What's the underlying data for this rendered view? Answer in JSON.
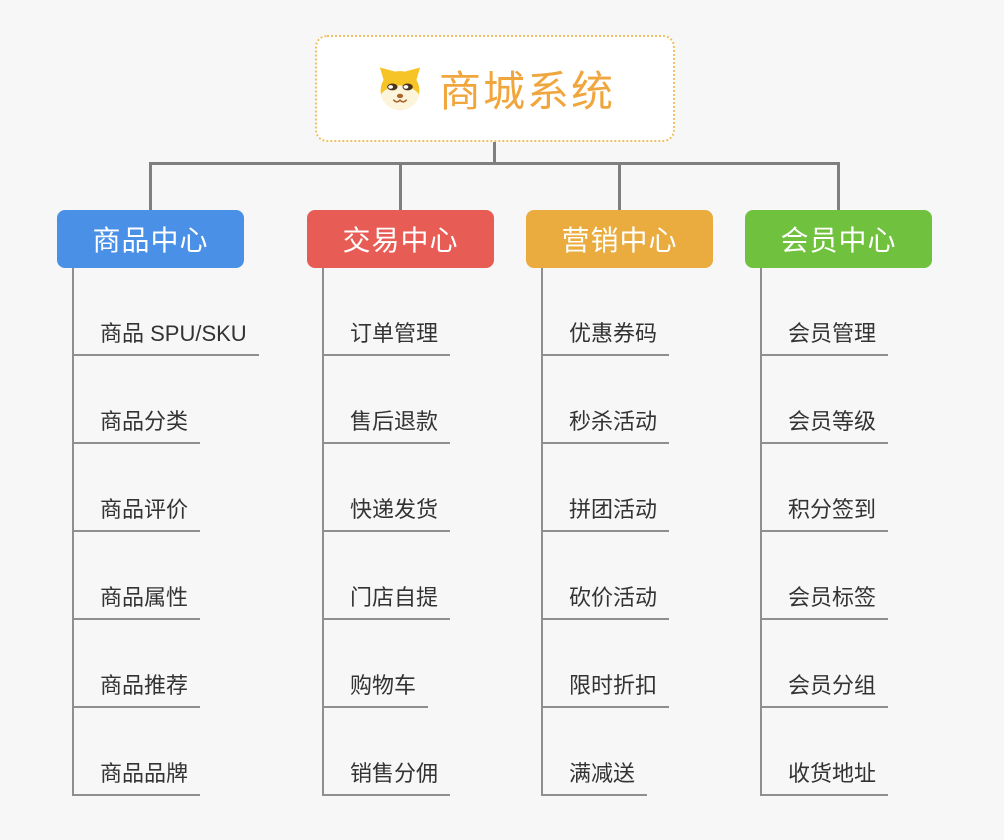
{
  "canvas": {
    "background": "#f7f7f7",
    "connector_color": "#7f7f7f",
    "leaf_line_color": "#8f8f8f",
    "leaf_text_color": "#333333"
  },
  "root": {
    "title": "商城系统",
    "icon": "doge-face-icon",
    "text_color": "#f0a63c",
    "border_color": "#f2be62",
    "background": "#ffffff"
  },
  "branches": [
    {
      "label": "商品中心",
      "color": "#4a90e6",
      "children": [
        "商品 SPU/SKU",
        "商品分类",
        "商品评价",
        "商品属性",
        "商品推荐",
        "商品品牌"
      ]
    },
    {
      "label": "交易中心",
      "color": "#e85c56",
      "children": [
        "订单管理",
        "售后退款",
        "快递发货",
        "门店自提",
        "购物车",
        "销售分佣"
      ]
    },
    {
      "label": "营销中心",
      "color": "#ebac3f",
      "children": [
        "优惠券码",
        "秒杀活动",
        "拼团活动",
        "砍价活动",
        "限时折扣",
        "满减送"
      ]
    },
    {
      "label": "会员中心",
      "color": "#6fc13e",
      "children": [
        "会员管理",
        "会员等级",
        "积分签到",
        "会员标签",
        "会员分组",
        "收货地址"
      ]
    }
  ]
}
